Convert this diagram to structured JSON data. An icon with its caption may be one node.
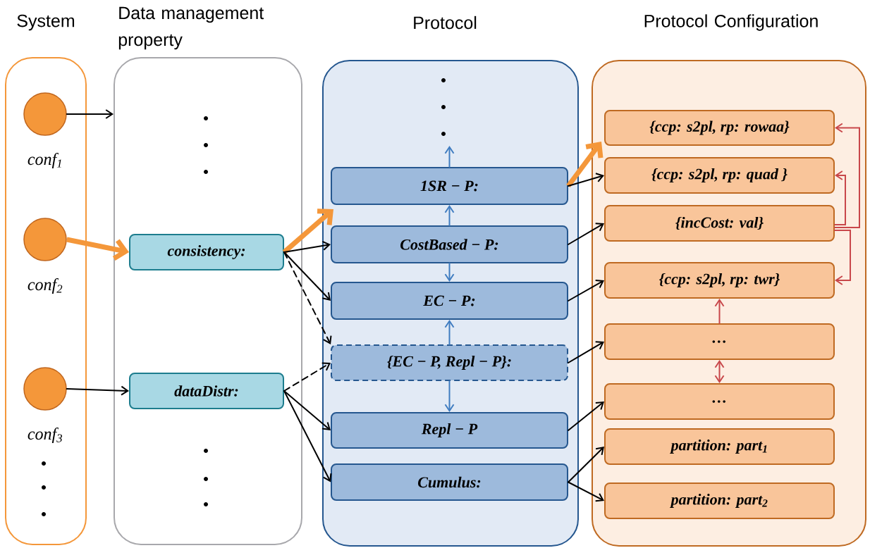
{
  "diagram": {
    "nodes": [
      {
        "text": [
          "System"
        ]
      },
      {
        "text": [
          "Data management property"
        ]
      },
      {
        "text": [
          "Protocol"
        ]
      },
      {
        "text": [
          "Protocol Configuration"
        ]
      },
      {
        "text": [],
        "shape": "circle",
        "in": 0,
        "beside": [
          "conf$_{1}$"
        ]
      },
      {
        "text": [],
        "shape": "circle",
        "in": 0,
        "beside": [
          "conf$_{2}$"
        ]
      },
      {
        "text": [],
        "shape": "circle",
        "in": 0,
        "beside": [
          "conf$_{3}$"
        ]
      },
      {
        "text": [
          "consistency:"
        ],
        "in": 1
      },
      {
        "text": [
          "dataDistr:"
        ],
        "in": 1
      },
      {
        "text": [
          "1SR − P:"
        ],
        "in": 2
      },
      {
        "text": [
          "CostBased − P:"
        ],
        "in": 2
      },
      {
        "text": [
          "EC − P:"
        ],
        "in": 2
      },
      {
        "text": [
          "{EC − P, Repl − P}:"
        ],
        "in": 2
      },
      {
        "text": [
          "Repl − P"
        ],
        "in": 2
      },
      {
        "text": [
          "Cumulus:"
        ],
        "in": 2
      },
      {
        "text": [
          "{ccp: s2pl, rp: rowaa}"
        ],
        "in": 3
      },
      {
        "text": [
          "{ccp: s2pl, rp: quad }"
        ],
        "in": 3
      },
      {
        "text": [
          "{incCost: val}"
        ],
        "in": 3
      },
      {
        "text": [
          "{ccp: s2pl, rp: twr}"
        ],
        "in": 3
      },
      {
        "text": [
          "…"
        ],
        "in": 3
      },
      {
        "text": [
          "…"
        ],
        "in": 3
      },
      {
        "text": [
          "partition: part$_{1}$"
        ],
        "in": 3
      },
      {
        "text": [
          "partition: part$_{2}$"
        ],
        "in": 3
      }
    ],
    "edges": [
      {
        "from": 4,
        "to": 1,
        "arrow": "to"
      },
      {
        "from": 5,
        "to": 7,
        "arrow": "to",
        "style": "thick",
        "color": "#f4973a"
      },
      {
        "from": 6,
        "to": 8,
        "arrow": "to"
      },
      {
        "from": 7,
        "to": 9,
        "arrow": "to",
        "style": "thick",
        "color": "#f4973a"
      },
      {
        "from": 7,
        "to": 10,
        "arrow": "to"
      },
      {
        "from": 7,
        "to": 11,
        "arrow": "to"
      },
      {
        "from": 7,
        "to": 12,
        "arrow": "to",
        "style": "dashed"
      },
      {
        "from": 8,
        "to": 12,
        "arrow": "to",
        "style": "dashed"
      },
      {
        "from": 8,
        "to": 13,
        "arrow": "to"
      },
      {
        "from": 8,
        "to": 14,
        "arrow": "to"
      },
      {
        "from": 9,
        "to": null,
        "arrow": "to",
        "color": "#3f7cc0"
      },
      {
        "from": 10,
        "to": 9,
        "arrow": "to",
        "color": "#3f7cc0"
      },
      {
        "from": 10,
        "to": 11,
        "arrow": "to",
        "color": "#3f7cc0"
      },
      {
        "from": 12,
        "to": 11,
        "arrow": "to",
        "color": "#3f7cc0"
      },
      {
        "from": 12,
        "to": 13,
        "arrow": "to",
        "color": "#3f7cc0"
      },
      {
        "from": 9,
        "to": 15,
        "arrow": "to",
        "style": "thick",
        "color": "#f4973a"
      },
      {
        "from": 9,
        "to": 16,
        "arrow": "to"
      },
      {
        "from": 10,
        "to": 17,
        "arrow": "to"
      },
      {
        "from": 11,
        "to": 18,
        "arrow": "to"
      },
      {
        "from": 12,
        "to": 19,
        "arrow": "to"
      },
      {
        "from": 13,
        "to": 20,
        "arrow": "to"
      },
      {
        "from": 14,
        "to": 21,
        "arrow": "to"
      },
      {
        "from": 14,
        "to": 22,
        "arrow": "to"
      },
      {
        "from": 17,
        "to": 15,
        "arrow": "to",
        "color": "#c8474a"
      },
      {
        "from": 17,
        "to": 16,
        "arrow": "to",
        "color": "#c8474a"
      },
      {
        "from": 17,
        "to": 18,
        "arrow": "to",
        "color": "#c8474a"
      },
      {
        "from": 19,
        "to": 18,
        "arrow": "to",
        "color": "#c8474a"
      },
      {
        "from": 19,
        "to": 20,
        "arrow": "both",
        "color": "#c8474a"
      }
    ]
  }
}
